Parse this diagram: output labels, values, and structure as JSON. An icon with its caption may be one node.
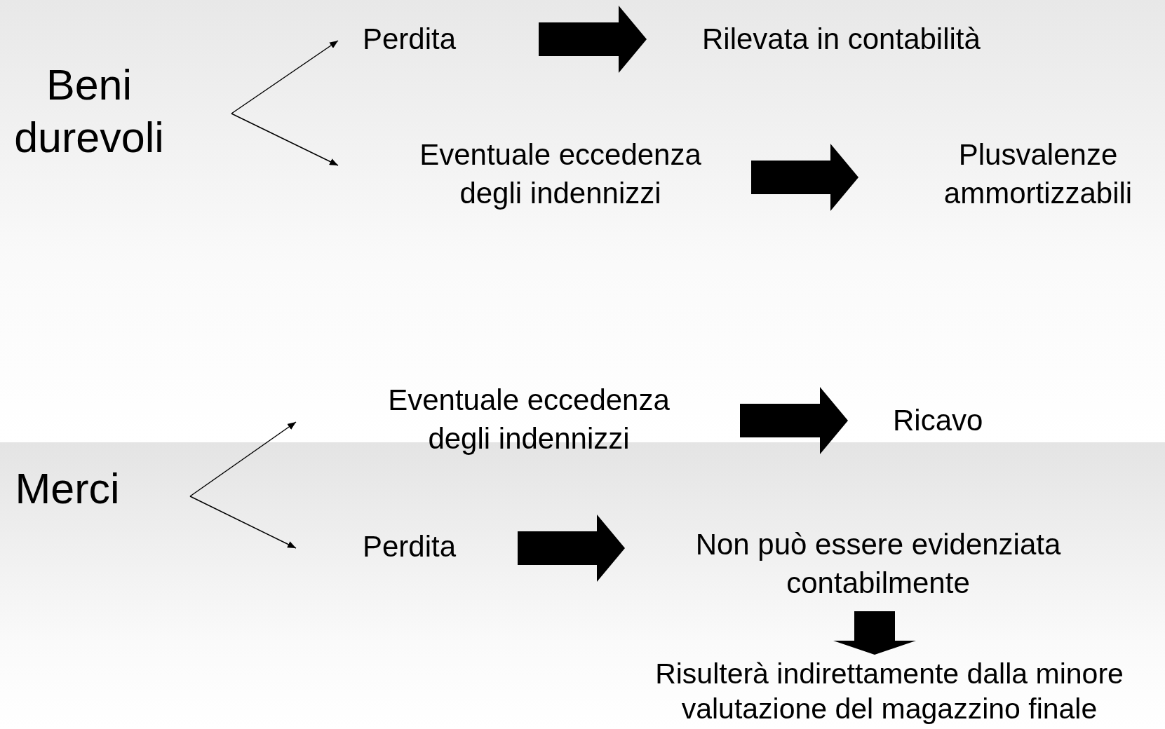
{
  "diagram": {
    "nodes": [
      {
        "text": [
          "Beni durevoli"
        ]
      },
      {
        "text": [
          "Perdita"
        ]
      },
      {
        "text": [
          "Rilevata in contabilità"
        ]
      },
      {
        "text": [
          "Eventuale eccedenza degli indennizzi"
        ]
      },
      {
        "text": [
          "Plusvalenze ammortizzabili"
        ]
      },
      {
        "text": [
          "Merci"
        ]
      },
      {
        "text": [
          "Eventuale eccedenza degli indennizzi"
        ]
      },
      {
        "text": [
          "Ricavo"
        ]
      },
      {
        "text": [
          "Perdita"
        ]
      },
      {
        "text": [
          "Non può essere evidenziata contabilmente"
        ]
      },
      {
        "text": [
          "Risulterà indirettamente dalla minore valutazione del magazzino finale"
        ]
      }
    ],
    "edges": [
      {
        "from": 0,
        "to": 1,
        "arrow": "to"
      },
      {
        "from": 0,
        "to": 3,
        "arrow": "to"
      },
      {
        "from": 1,
        "to": 2,
        "arrow": "to",
        "style": "thick"
      },
      {
        "from": 3,
        "to": 4,
        "arrow": "to",
        "style": "thick"
      },
      {
        "from": 5,
        "to": 6,
        "arrow": "to"
      },
      {
        "from": 5,
        "to": 8,
        "arrow": "to"
      },
      {
        "from": 6,
        "to": 7,
        "arrow": "to",
        "style": "thick"
      },
      {
        "from": 8,
        "to": 9,
        "arrow": "to",
        "style": "thick"
      },
      {
        "from": 9,
        "to": 10,
        "arrow": "to",
        "style": "thick"
      }
    ]
  }
}
